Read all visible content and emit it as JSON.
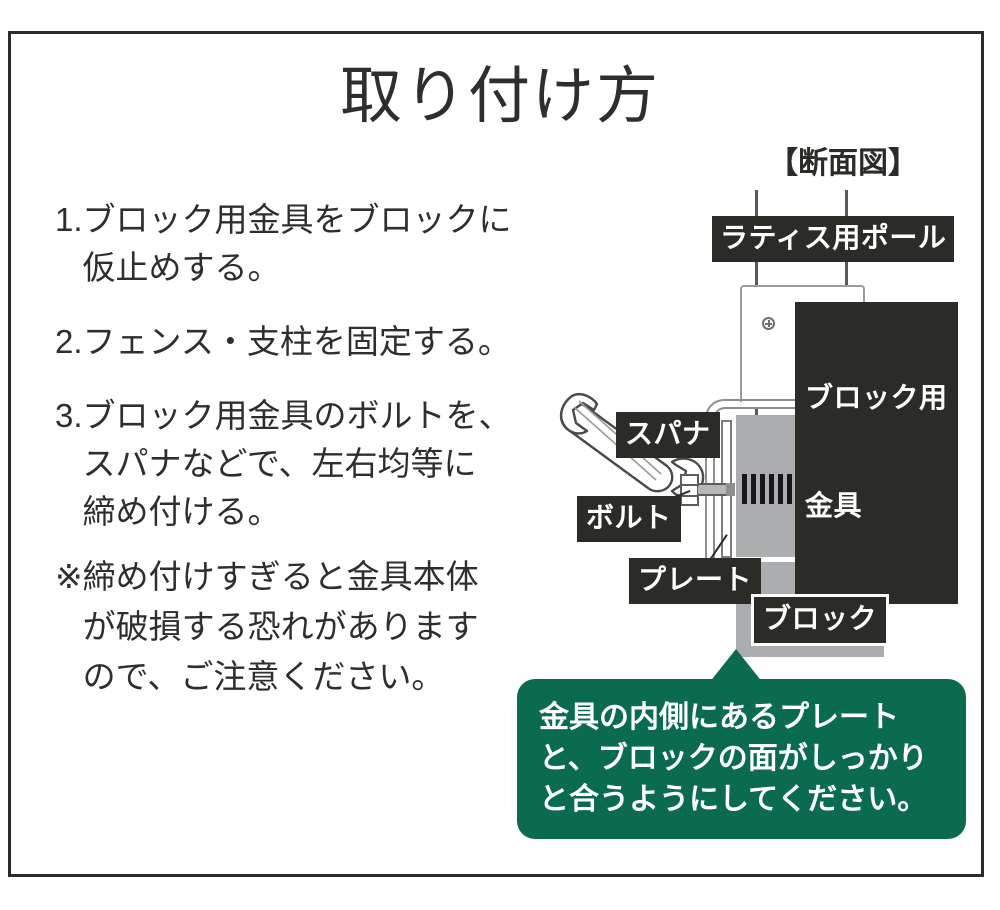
{
  "page": {
    "title": "取り付け方"
  },
  "steps": [
    {
      "number": "1.",
      "lines": [
        "ブロック用金具をブロックに",
        "仮止めする。"
      ]
    },
    {
      "number": "2.",
      "lines": [
        "フェンス・支柱を固定する。"
      ]
    },
    {
      "number": "3.",
      "lines": [
        "ブロック用金具のボルトを、",
        "スパナなどで、左右均等に",
        "締め付ける。"
      ]
    }
  ],
  "note": {
    "mark": "※",
    "lines": [
      "締め付けすぎると金具本体",
      "が破損する恐れがあります",
      "ので、ご注意ください。"
    ]
  },
  "diagram": {
    "section_title": "【断面図】",
    "labels": {
      "pole": "ラティス用ポール",
      "fitting_line1": "ブロック用",
      "fitting_line2": "金具",
      "spanner": "スパナ",
      "bolt": "ボルト",
      "plate": "プレート",
      "block": "ブロック"
    }
  },
  "callout": {
    "lines": [
      "金具の内側にあるプレート",
      "と、ブロックの面がしっかり",
      "と合うようにしてください。"
    ]
  },
  "colors": {
    "frame_border": "#2b2b28",
    "text": "#2e2e2e",
    "chip_background": "#2b2b28",
    "chip_text": "#ffffff",
    "block_gray": "#abadaf",
    "callout_green": "#0b6b4f",
    "metal_outline": "#8e8e8e"
  }
}
